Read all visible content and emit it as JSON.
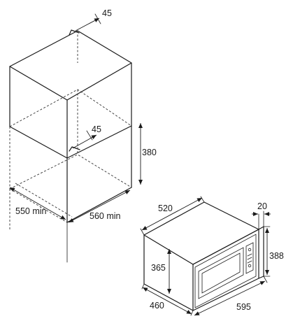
{
  "dimensions": {
    "niche_top_depth": "45",
    "niche_inner_depth": "45",
    "niche_height": "380",
    "niche_depth": "550 min",
    "niche_width": "560 min",
    "device_depth": "520",
    "device_front_offset": "20",
    "device_height_outer": "388",
    "device_height_body": "365",
    "device_side_depth": "460",
    "device_width": "595"
  }
}
